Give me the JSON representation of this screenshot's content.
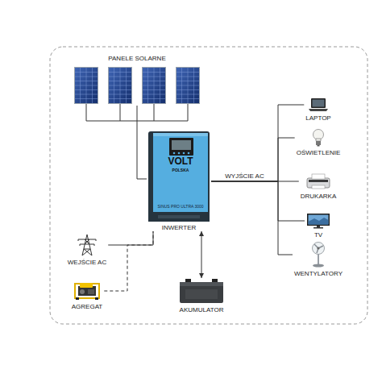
{
  "diagram": {
    "nodes": [
      {
        "text": [
          "PANELE SOLARNE"
        ]
      },
      {
        "text": [
          "INWERTER"
        ]
      },
      {
        "text": [
          "LAPTOP"
        ]
      },
      {
        "text": [
          "OŚWIETLENIE"
        ]
      },
      {
        "text": [
          "DRUKARKA"
        ]
      },
      {
        "text": [
          "TV"
        ]
      },
      {
        "text": [
          "WENTYLATORY"
        ]
      },
      {
        "text": [
          "WEJŚCIE AC"
        ]
      },
      {
        "text": [
          "AGREGAT"
        ]
      },
      {
        "text": [
          "AKUMULATOR"
        ]
      }
    ],
    "edges": [
      {
        "from": 0,
        "to": 1,
        "arrow": "none"
      },
      {
        "from": 1,
        "to": 2,
        "arrow": "none"
      },
      {
        "from": 1,
        "to": 3,
        "arrow": "none"
      },
      {
        "from": 1,
        "to": 4,
        "arrow": "none",
        "label": "WYJŚCIE AC"
      },
      {
        "from": 1,
        "to": 5,
        "arrow": "none"
      },
      {
        "from": 1,
        "to": 6,
        "arrow": "none"
      },
      {
        "from": 7,
        "to": 1,
        "arrow": "none"
      },
      {
        "from": 8,
        "to": 1,
        "arrow": "none"
      },
      {
        "from": 1,
        "to": 9,
        "arrow": "both"
      }
    ],
    "labels": [
      "VOLT",
      "POLSKA",
      "SINUS PRO ULTRA 3000"
    ]
  }
}
